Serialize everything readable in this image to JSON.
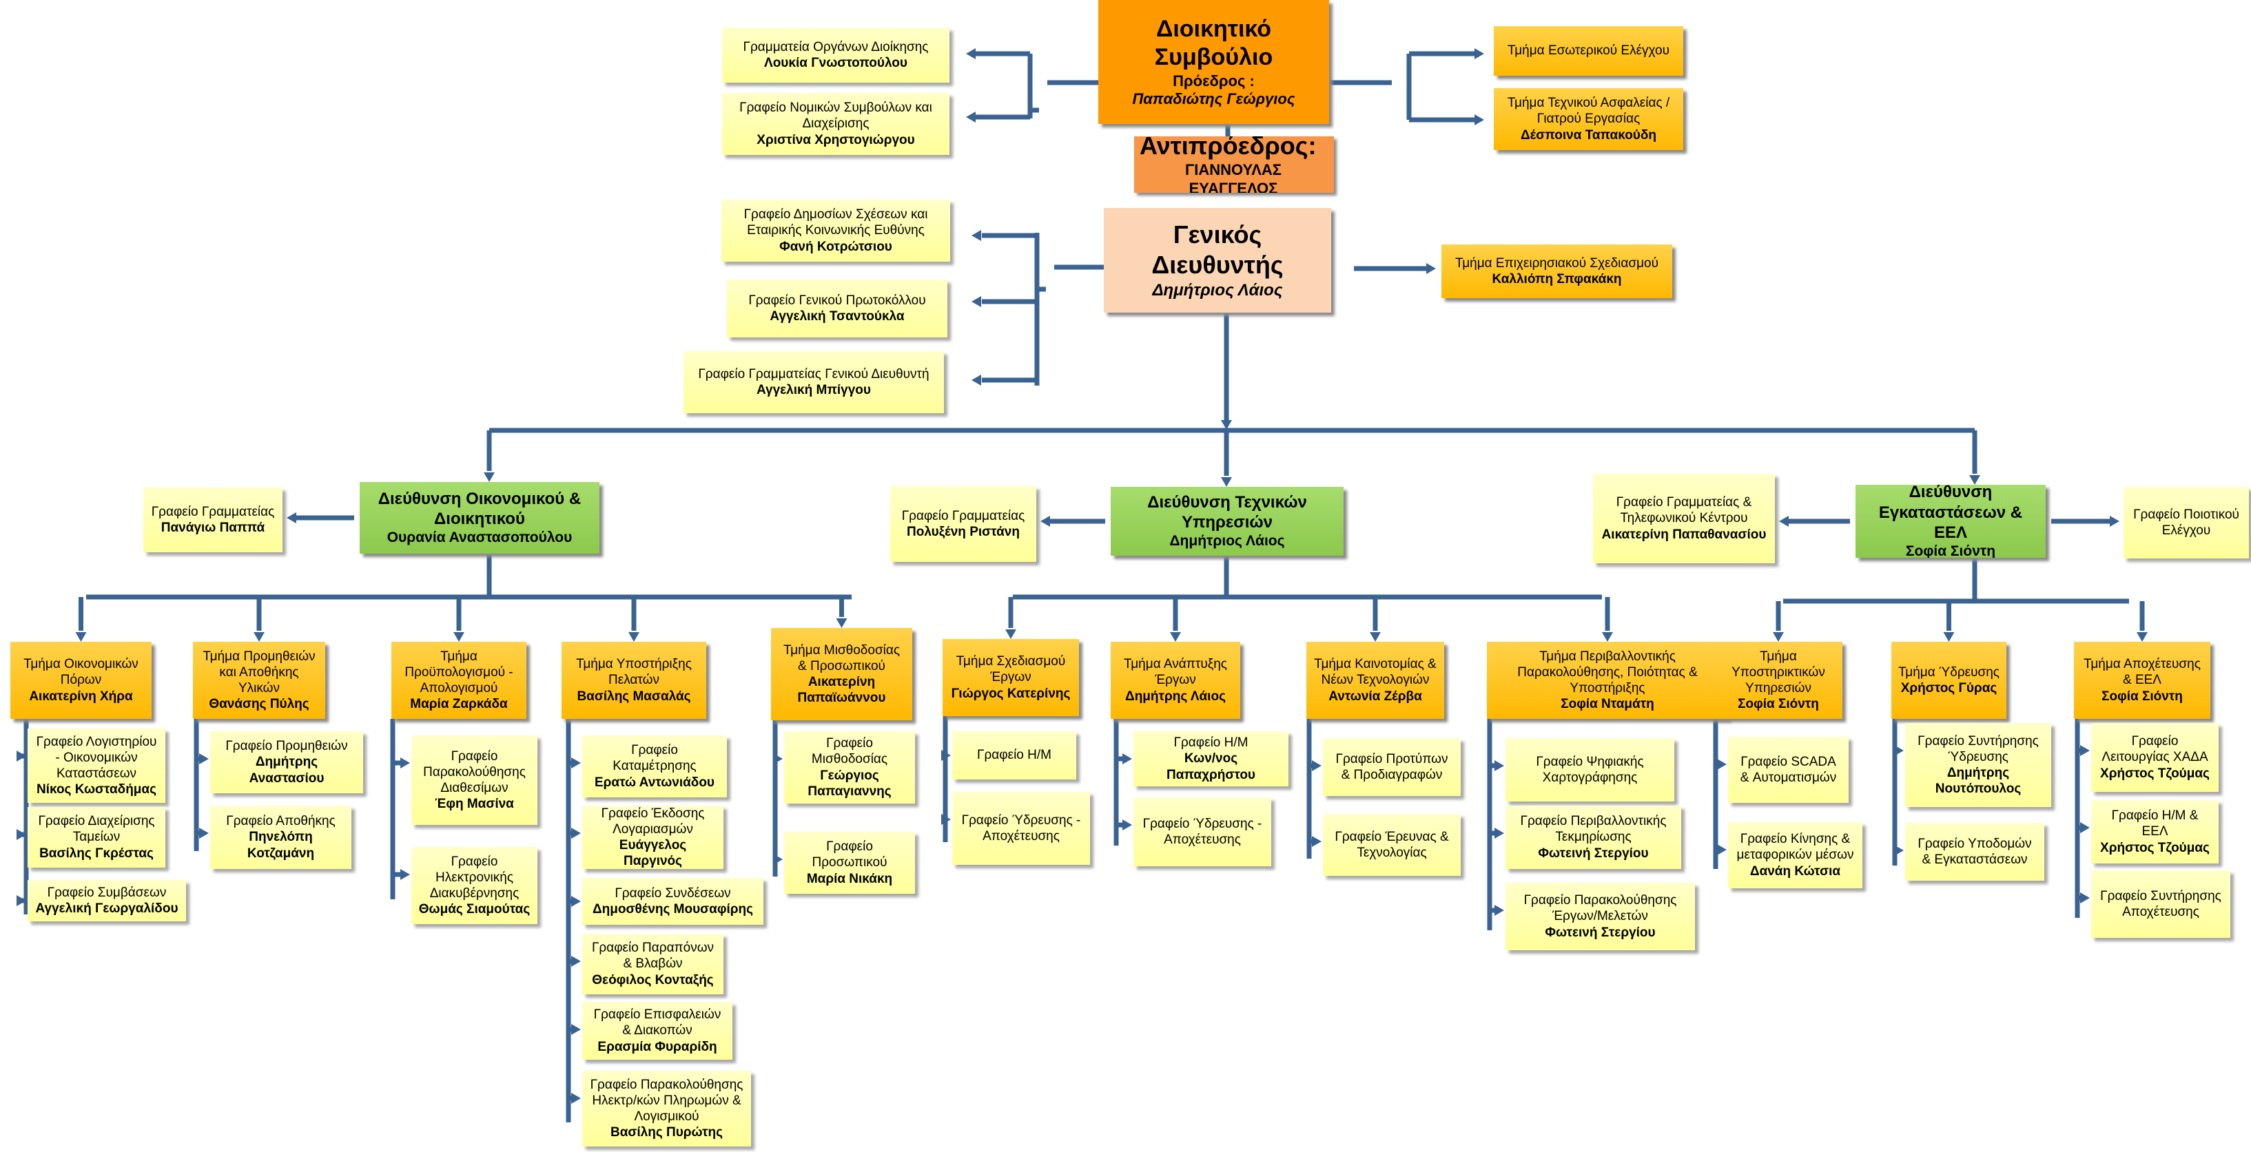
{
  "board": {
    "title": "Διοικητικό Συμβούλιο",
    "role": "Πρόεδρος :",
    "name": "Παπαδιώτης Γεώργιος"
  },
  "vice": {
    "title": "Αντιπρόεδρος:",
    "name": "ΓΙΑΝΝΟΥΛΑΣ ΕΥΑΓΓΕΛΟΣ"
  },
  "gm": {
    "title": "Γενικός Διευθυντής",
    "name": "Δημήτριος Λάιος"
  },
  "board_left": [
    {
      "title": "Γραμματεία  Οργάνων Διοίκησης",
      "name": "Λουκία Γνωστοπούλου"
    },
    {
      "title": "Γραφείο Νομικών Συμβούλων και Διαχείρισης",
      "name": "Χριστίνα Χρηστογιώργου"
    }
  ],
  "board_right": [
    {
      "title": "Τμήμα Εσωτερικού Ελέγχου",
      "name": ""
    },
    {
      "title": "Τμήμα Τεχνικού Ασφαλείας / Γιατρού Εργασίας",
      "name": "Δέσποινα Ταπακούδη"
    }
  ],
  "gm_left": [
    {
      "title": "Γραφείο Δημοσίων Σχέσεων και Εταιρικής Κοινωνικής Ευθύνης",
      "name": "Φανή Κοτρώτσιου"
    },
    {
      "title": "Γραφείο Γενικού Πρωτοκόλλου",
      "name": "Αγγελική Τσαντούκλα"
    },
    {
      "title": "Γραφείο Γραμματείας Γενικού Διευθυντή",
      "name": "Αγγελική Μπίγγου"
    }
  ],
  "gm_right": [
    {
      "title": "Τμήμα  Επιχειρησιακού Σχεδιασμού",
      "name": "Καλλιόπη Σπφακάκη"
    }
  ],
  "divisions": [
    {
      "title": "Διεύθυνση  Οικονομικού & Διοικητικού",
      "name": "Ουρανία Αναστασοπούλου",
      "sec": [
        {
          "title": "Γραφείο Γραμματείας",
          "name": "Πανάγιω Παππά"
        }
      ],
      "depts": [
        {
          "title": "Τμήμα Οικονομικών Πόρων",
          "name": "Αικατερίνη Χήρα",
          "offices": [
            {
              "title": "Γραφείο Λογιστηρίου - Οικονομικών Καταστάσεων",
              "name": "Νίκος Κωσταδήμας"
            },
            {
              "title": "Γραφείο Διαχείρισης Ταμείων",
              "name": "Βασίλης Γκρέστας"
            },
            {
              "title": "Γραφείο Συμβάσεων",
              "name": "Αγγελική Γεωργαλίδου"
            }
          ]
        },
        {
          "title": "Τμήμα Προμηθειών και Αποθήκης Υλικών",
          "name": "Θανάσης Πύλης",
          "offices": [
            {
              "title": "Γραφείο Προμηθειών",
              "name": "Δημήτρης  Αναστασίου"
            },
            {
              "title": "Γραφείο Αποθήκης",
              "name": "Πηνελόπη Κοτζαμάνη"
            }
          ]
        },
        {
          "title": "Τμήμα Προϋπολογισμού - Απολογισμού",
          "name": "Μαρία Ζαρκάδα",
          "offices": [
            {
              "title": "Γραφείο Παρακολούθησης Διαθεσίμων",
              "name": "Έφη Μασίνα"
            },
            {
              "title": "Γραφείο Ηλεκτρονικής Διακυβέρνησης",
              "name": "Θωμάς Σιαμούτας"
            }
          ]
        },
        {
          "title": "Τμήμα Υποστήριξης Πελατών",
          "name": "Βασίλης Μασαλάς",
          "offices": [
            {
              "title": "Γραφείο Καταμέτρησης",
              "name": "Ερατώ Αντωνιάδου"
            },
            {
              "title": "Γραφείο Έκδοσης Λογαριασμών",
              "name": "Ευάγγελος Παργινός"
            },
            {
              "title": "Γραφείο Συνδέσεων",
              "name": "Δημοσθένης Μουσαφίρης"
            },
            {
              "title": "Γραφείο Παραπόνων & Βλαβών",
              "name": "Θεόφιλος Κονταξής"
            },
            {
              "title": "Γραφείο Επισφαλειών & Διακοπών",
              "name": "Ερασμία Φυραρίδη"
            },
            {
              "title": "Γραφείο Παρακολούθησης Ηλεκτρ/κών Πληρωμών & Λογισμικού",
              "name": "Βασίλης Πυρώτης"
            }
          ]
        },
        {
          "title": "Τμήμα Μισθοδοσίας & Προσωπικού",
          "name": "Αικατερίνη Παπαϊωάννου",
          "offices": [
            {
              "title": "Γραφείο Μισθοδοσίας",
              "name": "Γεώργιος Παπαγιαννης"
            },
            {
              "title": "Γραφείο Προσωπικού",
              "name": "Μαρία Νικάκη"
            }
          ]
        }
      ]
    },
    {
      "title": "Διεύθυνση Τεχνικών Υπηρεσιών",
      "name": "Δημήτριος Λάιος",
      "sec": [
        {
          "title": "Γραφείο Γραμματείας",
          "name": "Πολυξένη Ριστάνη"
        }
      ],
      "depts": [
        {
          "title": "Τμήμα Σχεδιασμού Έργων",
          "name": "Γιώργος Κατερίνης",
          "offices": [
            {
              "title": "Γραφείο Η/Μ",
              "name": ""
            },
            {
              "title": "Γραφείο Ύδρευσης - Αποχέτευσης",
              "name": ""
            }
          ]
        },
        {
          "title": "Τμήμα Ανάπτυξης Έργων",
          "name": "Δημήτρης Λάιος",
          "offices": [
            {
              "title": "Γραφείο Η/Μ",
              "name": "Κων/νος Παπαχρήστου"
            },
            {
              "title": "Γραφείο Ύδρευσης - Αποχέτευσης",
              "name": ""
            }
          ]
        },
        {
          "title": "Τμήμα Καινοτομίας & Νέων Τεχνολογιών",
          "name": "Αντωνία Ζέρβα",
          "offices": [
            {
              "title": "Γραφείο Προτύπων & Προδιαγραφών",
              "name": ""
            },
            {
              "title": "Γραφείο Έρευνας & Τεχνολογίας",
              "name": ""
            }
          ]
        },
        {
          "title": "Τμήμα Περιβαλλοντικής Παρακολούθησης, Ποιότητας & Υποστήριξης",
          "name": "Σοφία Νταμάτη",
          "offices": [
            {
              "title": "Γραφείο  Ψηφιακής Χαρτογράφησης",
              "name": ""
            },
            {
              "title": "Γραφείο Περιβαλλοντικής Τεκμηρίωσης",
              "name": "Φωτεινή Στεργίου"
            },
            {
              "title": "Γραφείο Παρακολούθησης Έργων/Μελετών",
              "name": "Φωτεινή Στεργίου"
            }
          ]
        }
      ]
    },
    {
      "title": "Διεύθυνση Εγκαταστάσεων & ΕΕΛ",
      "name": "Σοφία Σιόντη",
      "sec": [
        {
          "title": "Γραφείο Γραμματείας  & Τηλεφωνικού Κέντρου",
          "name": "Αικατερίνη Παπαθανασίου"
        },
        {
          "title": "Γραφείο Ποιοτικού Ελέγχου",
          "name": ""
        }
      ],
      "depts": [
        {
          "title": "Τμήμα Υποστηρικτικών Υπηρεσιών",
          "name": "Σοφία Σιόντη",
          "offices": [
            {
              "title": "Γραφείο SCADA & Αυτοματισμών",
              "name": ""
            },
            {
              "title": "Γραφείο Κίνησης & μεταφορικών μέσων",
              "name": "Δανάη Κώτσια"
            }
          ]
        },
        {
          "title": "Τμήμα Ύδρευσης",
          "name": "Χρήστος Γύρας",
          "offices": [
            {
              "title": "Γραφείο Συντήρησης Ύδρευσης",
              "name": "Δημήτρης Νουτόπουλος"
            },
            {
              "title": "Γραφείο Υποδομών & Εγκαταστάσεων",
              "name": ""
            }
          ]
        },
        {
          "title": "Τμήμα Αποχέτευσης & ΕΕΛ",
          "name": "Σοφία Σιόντη",
          "offices": [
            {
              "title": "Γραφείο Λειτουργίας ΧΑΔΑ",
              "name": "Χρήστος Τζούμας"
            },
            {
              "title": "Γραφείο Η/Μ & ΕΕΛ",
              "name": "Χρήστος Τζούμας"
            },
            {
              "title": "Γραφείο Συντήρησης Αποχέτευσης",
              "name": ""
            }
          ]
        }
      ]
    }
  ],
  "colors": {
    "connector": "#3a6392",
    "board": "#ff9900",
    "vice": "#f79646",
    "gm": "#fcd5b4",
    "division": "#92d050",
    "department": "#ffc000",
    "office": "#ffff99"
  }
}
